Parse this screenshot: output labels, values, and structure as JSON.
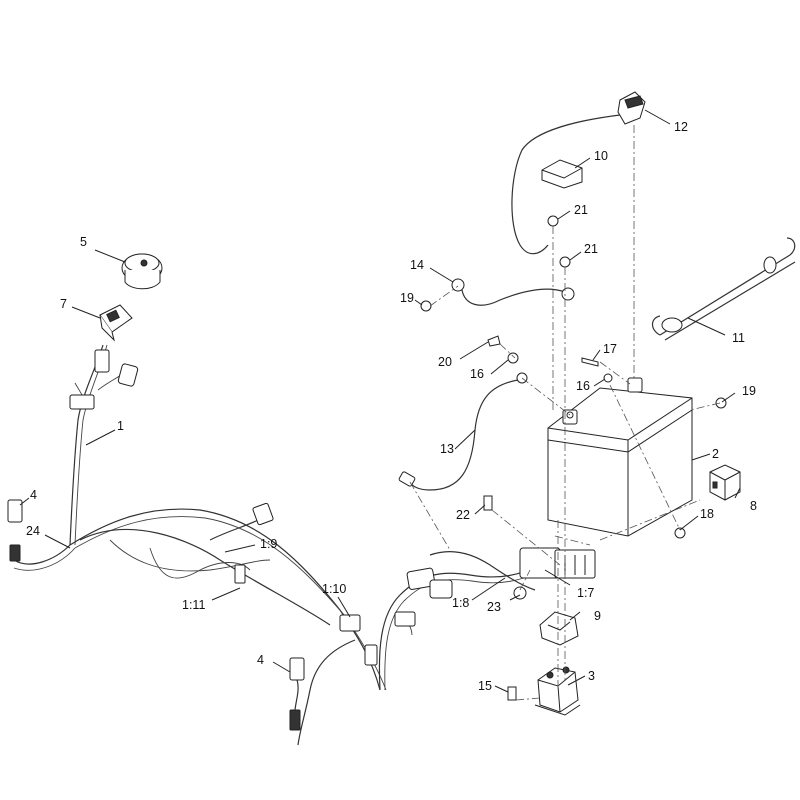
{
  "callouts": [
    {
      "id": "c1",
      "text": "1"
    },
    {
      "id": "c2",
      "text": "2"
    },
    {
      "id": "c3",
      "text": "3"
    },
    {
      "id": "c4a",
      "text": "4"
    },
    {
      "id": "c4b",
      "text": "4"
    },
    {
      "id": "c5",
      "text": "5"
    },
    {
      "id": "c7",
      "text": "7"
    },
    {
      "id": "c8",
      "text": "8"
    },
    {
      "id": "c9",
      "text": "9"
    },
    {
      "id": "c10",
      "text": "10"
    },
    {
      "id": "c11",
      "text": "11"
    },
    {
      "id": "c12",
      "text": "12"
    },
    {
      "id": "c13",
      "text": "13"
    },
    {
      "id": "c14",
      "text": "14"
    },
    {
      "id": "c15",
      "text": "15"
    },
    {
      "id": "c16a",
      "text": "16"
    },
    {
      "id": "c16b",
      "text": "16"
    },
    {
      "id": "c17",
      "text": "17"
    },
    {
      "id": "c18",
      "text": "18"
    },
    {
      "id": "c19a",
      "text": "19"
    },
    {
      "id": "c19b",
      "text": "19"
    },
    {
      "id": "c20",
      "text": "20"
    },
    {
      "id": "c21a",
      "text": "21"
    },
    {
      "id": "c21b",
      "text": "21"
    },
    {
      "id": "c22",
      "text": "22"
    },
    {
      "id": "c23",
      "text": "23"
    },
    {
      "id": "c24",
      "text": "24"
    },
    {
      "id": "c1_7",
      "text": "1:7"
    },
    {
      "id": "c1_8",
      "text": "1:8"
    },
    {
      "id": "c1_9",
      "text": "1:9"
    },
    {
      "id": "c1_10",
      "text": "1:10"
    },
    {
      "id": "c1_11",
      "text": "1:11"
    }
  ]
}
